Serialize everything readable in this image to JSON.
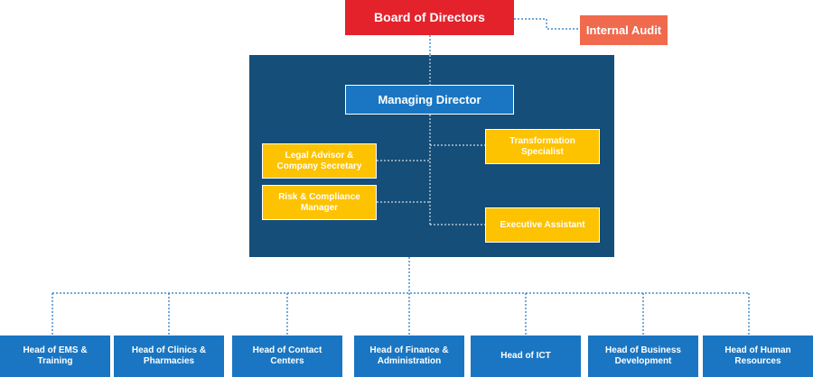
{
  "org_chart": {
    "board": "Board of Directors",
    "internal_audit": "Internal Audit",
    "managing_director": "Managing Director",
    "legal_advisor": "Legal Advisor & Company Secretary",
    "risk_compliance": "Risk & Compliance Manager",
    "transformation": "Transformation Specialist",
    "executive_assistant": "Executive Assistant",
    "heads": [
      "Head of EMS & Training",
      "Head of Clinics & Pharmacies",
      "Head of Contact Centers",
      "Head of Finance & Administration",
      "Head of ICT",
      "Head of Business Development",
      "Head of Human Resources"
    ]
  },
  "colors": {
    "board": "#e3222c",
    "audit": "#f06a4e",
    "panel": "#154e78",
    "blue_box": "#1a76c2",
    "yellow_box": "#fdc200",
    "connector": "#1a76c2"
  }
}
